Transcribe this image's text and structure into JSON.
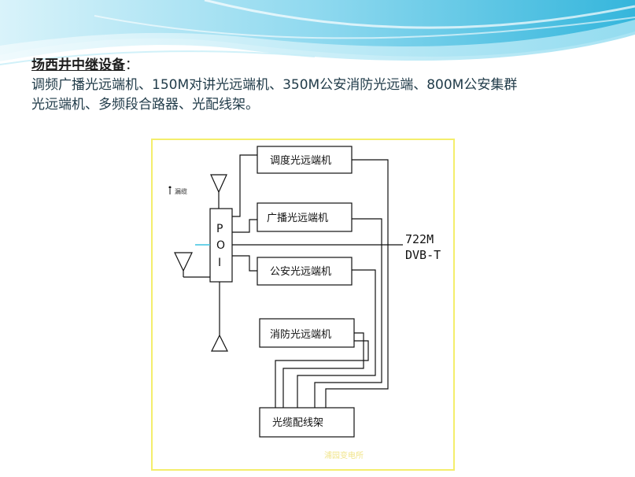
{
  "heading": {
    "title": "场西井中继设备",
    "colon": "："
  },
  "body": {
    "line1": "调频广播光远端机、150M对讲光远端机、350M公安消防光远端、800M公安集群",
    "line2": "光远端机、多频段合路器、光配线架。"
  },
  "diagram": {
    "boxes": {
      "dispatch": "调度光远端机",
      "broadcast": "广播光远端机",
      "police": "公安光远端机",
      "fire": "消防光远端机",
      "odf": "光缆配线架"
    },
    "poi_letters": [
      "P",
      "O",
      "I"
    ],
    "leaky_cable_label": "漏缆",
    "external_line1": "722M",
    "external_line2": "DVB-T",
    "footer_label": "浦园变电所"
  },
  "colors": {
    "frame": "#f4ee6c",
    "wave_dark": "#2fb3d6",
    "wave_light": "#a8e3f1",
    "line": "#111111"
  }
}
